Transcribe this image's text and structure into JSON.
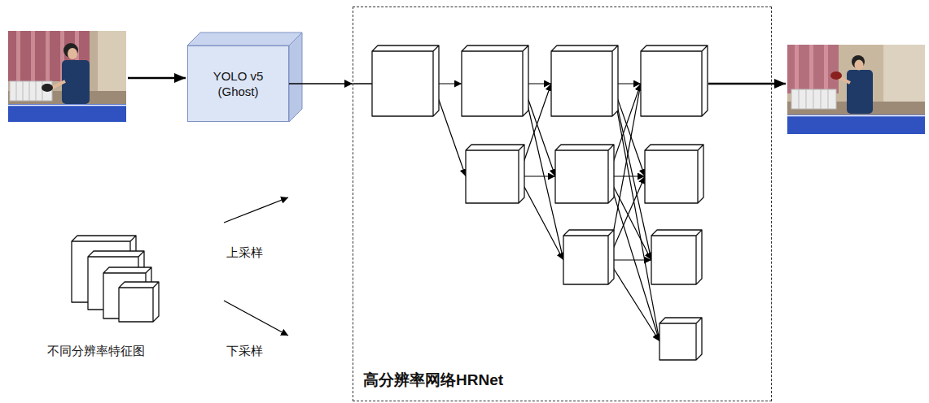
{
  "diagram": {
    "nodes": [
      {
        "text": [
          "YOLO v5 (Ghost)"
        ]
      },
      {
        "text": [
          "高分辨率网络HRNet"
        ]
      }
    ],
    "edges": [
      {
        "from": 0,
        "to": 1,
        "arrow": "to"
      }
    ],
    "legend": [
      {
        "text": "上采样"
      },
      {
        "text": "不同分辨率特征图"
      },
      {
        "text": "下采样"
      }
    ]
  }
}
